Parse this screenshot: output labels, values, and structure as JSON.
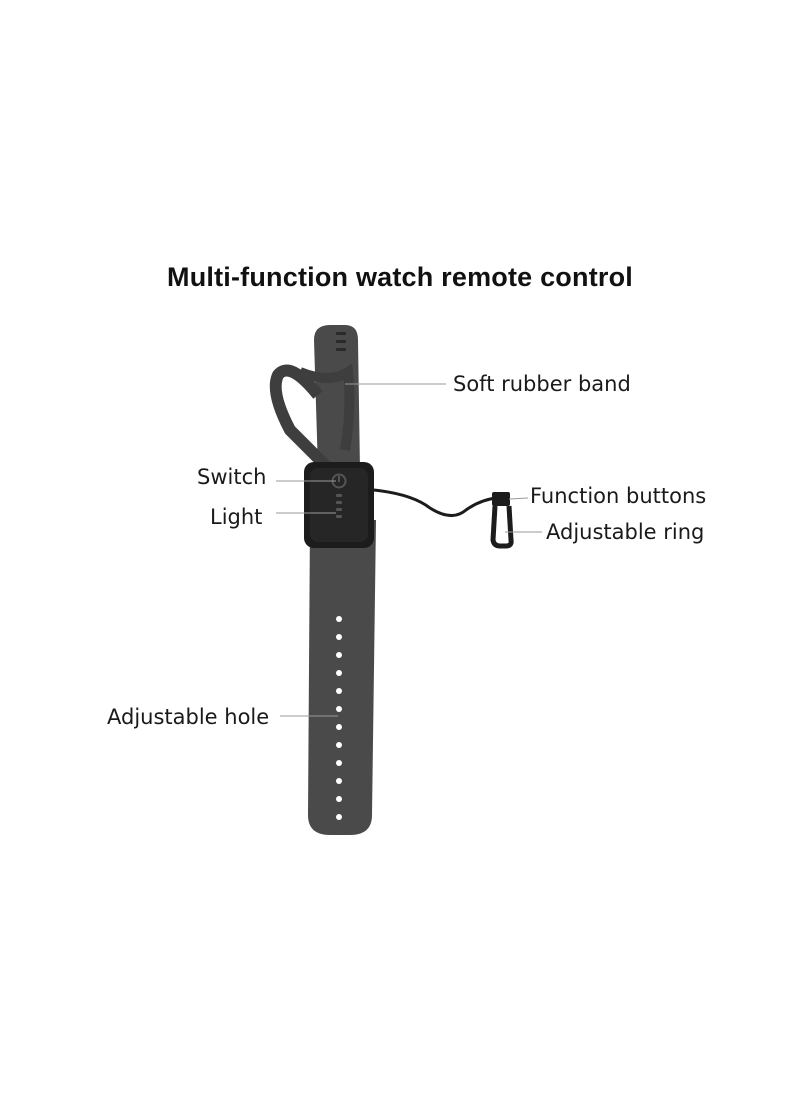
{
  "title": "Multi-function watch remote control",
  "labels": {
    "soft_rubber_band": "Soft rubber band",
    "switch": "Switch",
    "light": "Light",
    "function_buttons": "Function buttons",
    "adjustable_ring": "Adjustable ring",
    "adjustable_hole": "Adjustable hole"
  },
  "colors": {
    "band": "#4a4a4a",
    "band_edge": "#3a3a3a",
    "module": "#1c1c1c",
    "leader_line": "#9a9a9a"
  }
}
